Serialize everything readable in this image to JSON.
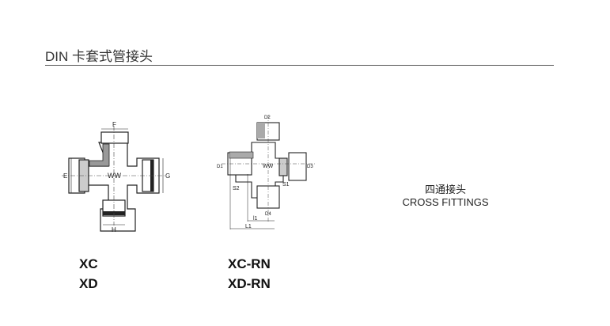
{
  "header": {
    "title": "DIN 卡套式管接头"
  },
  "product": {
    "name_cn": "四通接头",
    "name_en": "CROSS FITTINGS",
    "codes_left": [
      "XC",
      "XD"
    ],
    "codes_right": [
      "XC-RN",
      "XD-RN"
    ]
  },
  "drawing_left": {
    "labels": {
      "f": "F",
      "e": "E",
      "g": "G",
      "h": "H"
    }
  },
  "drawing_right": {
    "labels": {
      "d2": "D2",
      "d1": "D1",
      "d3": "D3",
      "s2": "S2",
      "s1": "S1",
      "d4": "D4",
      "l1_small": "l1",
      "l1": "L1"
    }
  }
}
